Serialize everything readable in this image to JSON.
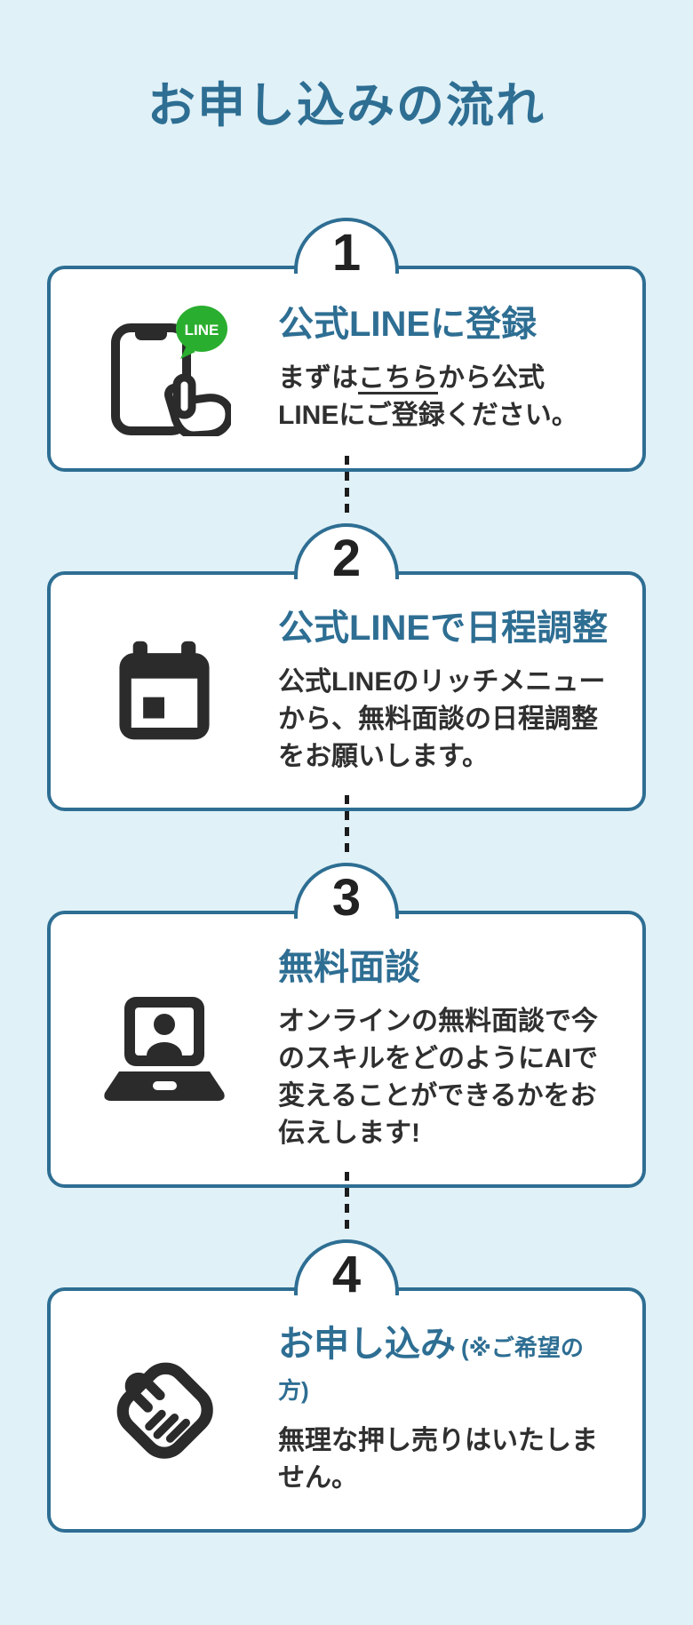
{
  "page": {
    "title": "お申し込みの流れ"
  },
  "colors": {
    "background": "#e0f1f7",
    "accent_teal": "#2e6e93",
    "text_dark": "#2f2f2f",
    "icon_dark": "#2b2b2b",
    "line_green": "#2aae2f",
    "card_bg": "#ffffff"
  },
  "steps": [
    {
      "number": "1",
      "icon": "smartphone-line-tap-icon",
      "line_badge": "LINE",
      "heading": "公式LINEに登録",
      "body_prefix": "まずは",
      "body_link": "こちら",
      "body_suffix": "から公式\nLINEにご登録ください。"
    },
    {
      "number": "2",
      "icon": "calendar-icon",
      "heading": "公式LINEで日程調整",
      "body": "公式LINEのリッチメニュー\nから、無料面談の日程調整\nをお願いします。"
    },
    {
      "number": "3",
      "icon": "video-call-laptop-icon",
      "heading": "無料面談",
      "body": "オンラインの無料面談で今\nのスキルをどのようにAIで\n変えることができるかをお\n伝えします!"
    },
    {
      "number": "4",
      "icon": "handshake-icon",
      "heading": "お申し込み",
      "heading_note": "(※ご希望の方)",
      "body": "無理な押し売りはいたしま\nせん。"
    }
  ]
}
